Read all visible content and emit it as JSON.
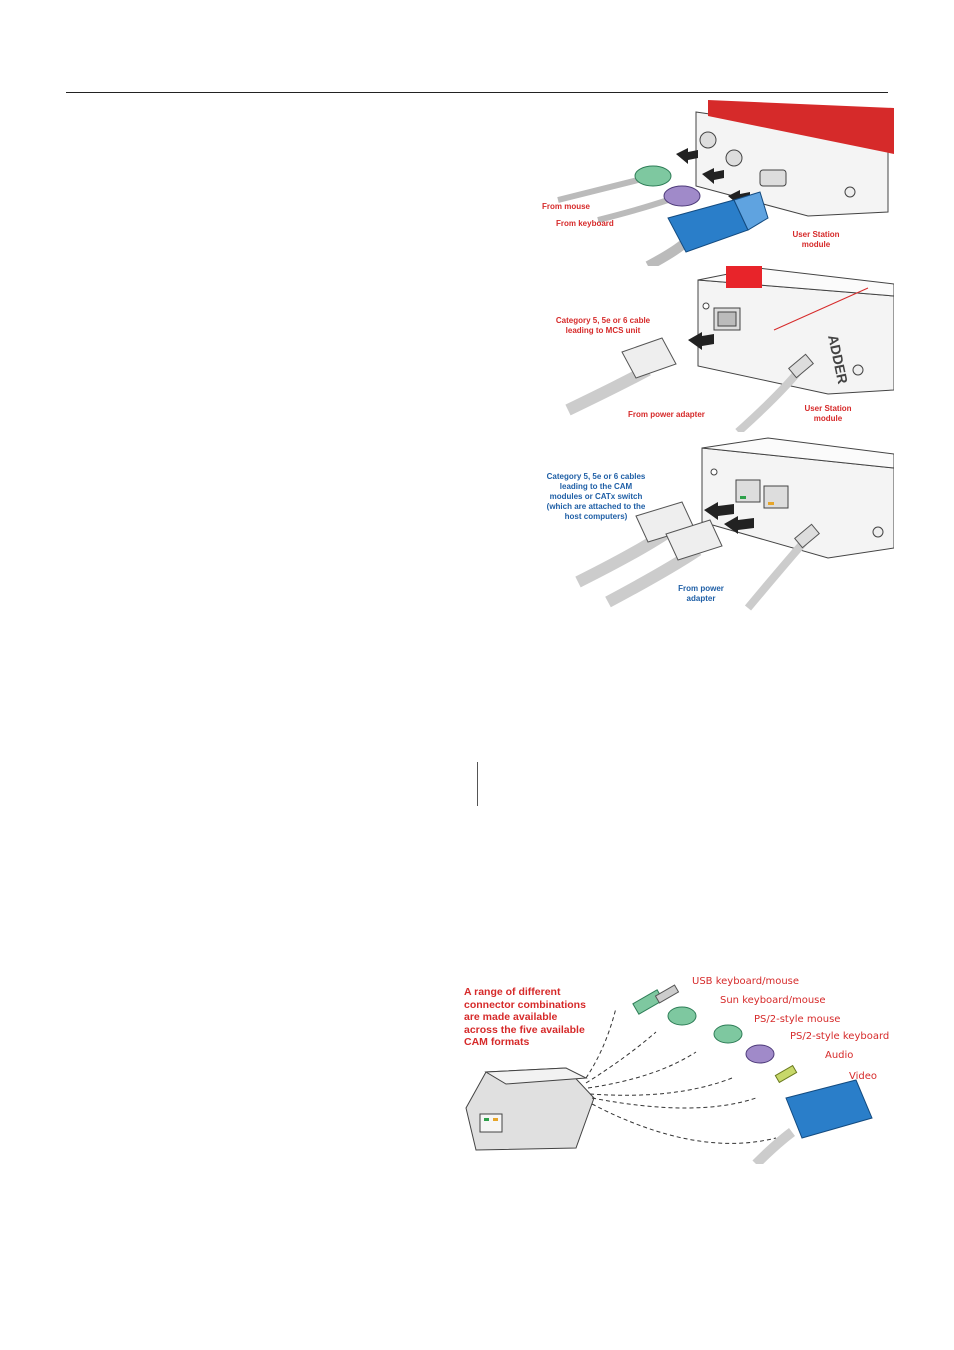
{
  "figure1": {
    "labels": {
      "from_mouse": "From mouse",
      "from_keyboard": "From keyboard",
      "module": "User Station module"
    },
    "colors": {
      "accent": "#d62a2a",
      "connector_blue": "#2a7ec9"
    }
  },
  "figure2": {
    "labels": {
      "category_cable": "Category 5, 5e or 6 cable leading to MCS unit",
      "from_power": "From power adapter",
      "module": "User Station module"
    },
    "brand_mark": "ADDER"
  },
  "figure3": {
    "labels": {
      "category_cables": "Category 5, 5e or 6 cables leading to the CAM modules or CATx switch (which are attached to the host computers)",
      "from_power": "From power adapter"
    },
    "colors": {
      "label_blue": "#1f5fa6"
    }
  },
  "figure4": {
    "callout": "A range of different connector combinations are made available across the five available CAM formats",
    "connectors": [
      "USB keyboard/mouse",
      "Sun keyboard/mouse",
      "PS/2-style mouse",
      "PS/2-style keyboard",
      "Audio",
      "Video"
    ]
  }
}
